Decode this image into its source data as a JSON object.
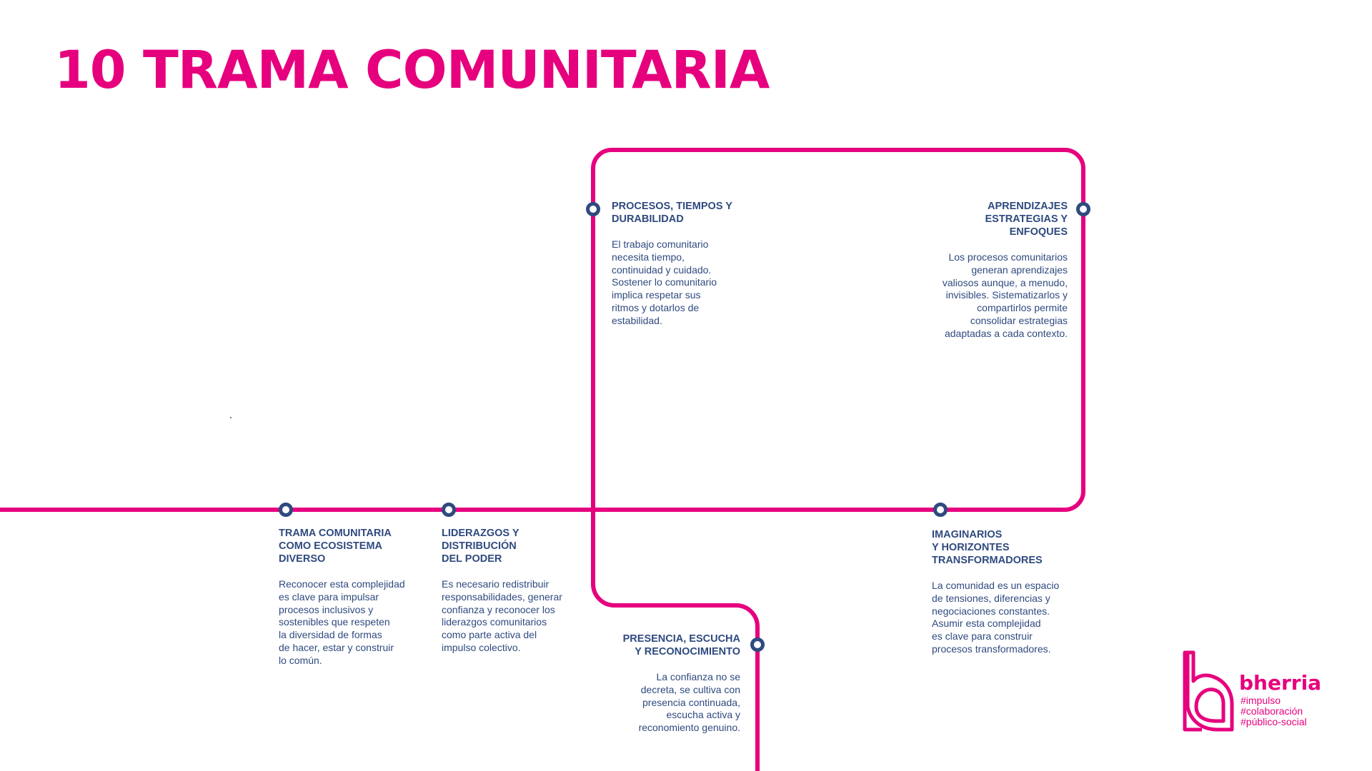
{
  "title": "10 TRAMA COMUNITARIA",
  "colors": {
    "accent": "#e6007e",
    "node": "#2f4a7f",
    "text": "#2f4a7f"
  },
  "items": [
    {
      "heading": "TRAMA COMUNITARIA\nCOMO ECOSISTEMA\nDIVERSO",
      "body": "Reconocer esta complejidad\nes clave para impulsar\nprocesos inclusivos y\nsostenibles que respeten\nla diversidad de formas\nde hacer, estar y construir\nlo común."
    },
    {
      "heading": "LIDERAZGOS Y\nDISTRIBUCIÓN\nDEL PODER",
      "body": "Es necesario redistribuir\nresponsabilidades, generar\nconfianza y reconocer los\nliderazgos comunitarios\ncomo parte activa del\nimpulso colectivo."
    },
    {
      "heading": "PROCESOS, TIEMPOS Y\nDURABILIDAD",
      "body": "El trabajo comunitario\nnecesita tiempo,\ncontinuidad y cuidado.\nSostener lo comunitario\nimplica respetar sus\nritmos y dotarlos de\nestabilidad."
    },
    {
      "heading": "APRENDIZAJES\nESTRATEGIAS Y\nENFOQUES",
      "body": "Los procesos comunitarios\ngeneran aprendizajes\nvaliosos aunque, a menudo,\ninvisibles. Sistematizarlos y\ncompartirlos permite\nconsolidar estrategias\nadaptadas a cada contexto."
    },
    {
      "heading": "PRESENCIA, ESCUCHA\nY RECONOCIMIENTO",
      "body": "La confianza no se\ndecreta, se cultiva con\npresencia continuada,\nescucha activa y\nreconomiento genuino."
    },
    {
      "heading": "IMAGINARIOS\nY HORIZONTES\nTRANSFORMADORES",
      "body": "La comunidad es un espacio\nde tensiones, diferencias y\nnegociaciones constantes.\nAsumir esta complejidad\nes clave para construir\nprocesos transformadores."
    }
  ],
  "logo": {
    "name": "bherria",
    "tags": [
      "#impulso",
      "#colaboración",
      "#público-social"
    ]
  }
}
